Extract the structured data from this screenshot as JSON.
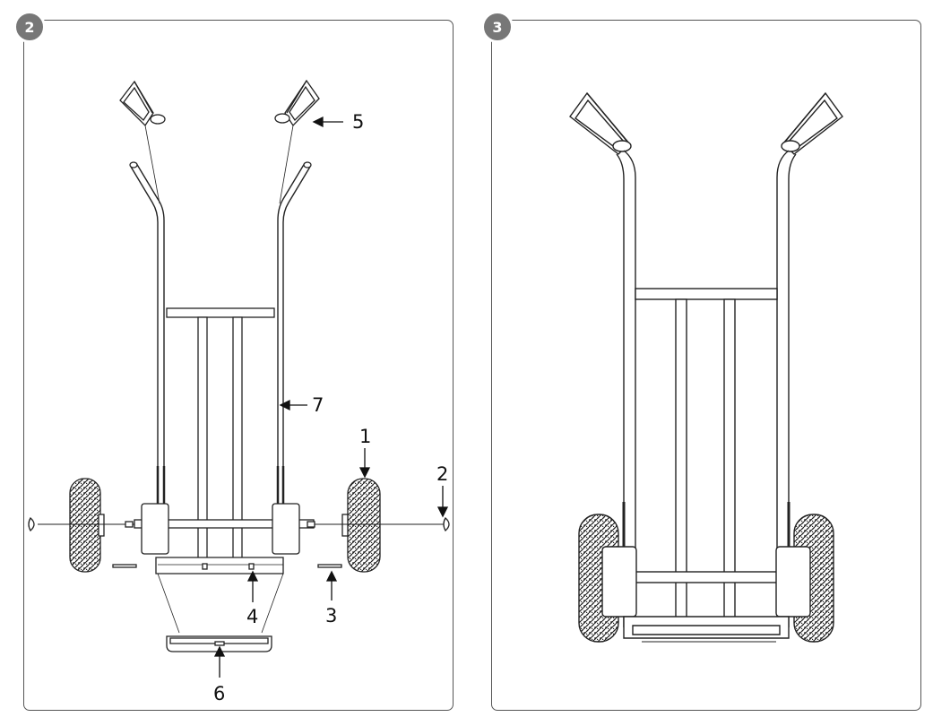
{
  "steps": [
    {
      "number": "2"
    },
    {
      "number": "3"
    }
  ],
  "callouts": {
    "c1": "1",
    "c2": "2",
    "c3": "3",
    "c4": "4",
    "c5": "5",
    "c6": "6",
    "c7": "7"
  }
}
